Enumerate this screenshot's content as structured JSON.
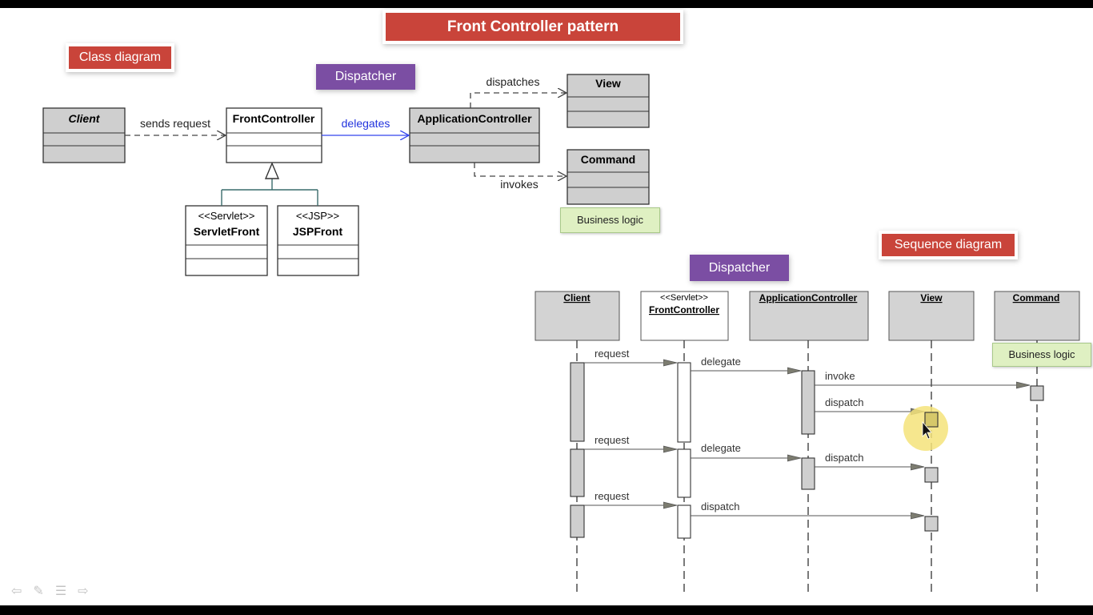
{
  "title": "Front Controller pattern",
  "class_diagram": {
    "section_label": "Class diagram",
    "dispatcher_label": "Dispatcher",
    "business_logic_note": "Business logic",
    "classes": {
      "client": "Client",
      "front_controller": "FrontController",
      "application_controller": "ApplicationController",
      "view": "View",
      "command": "Command",
      "servlet_front": {
        "stereotype": "<<Servlet>>",
        "name": "ServletFront"
      },
      "jsp_front": {
        "stereotype": "<<JSP>>",
        "name": "JSPFront"
      }
    },
    "relations": {
      "sends_request": "sends request",
      "delegates": "delegates",
      "dispatches": "dispatches",
      "invokes": "invokes"
    }
  },
  "sequence_diagram": {
    "section_label": "Sequence diagram",
    "dispatcher_label": "Dispatcher",
    "business_logic_note": "Business logic",
    "lifelines": {
      "client": "Client",
      "front_controller": {
        "stereotype": "<<Servlet>>",
        "name": "FrontController"
      },
      "application_controller": "ApplicationController",
      "view": "View",
      "command": "Command"
    },
    "messages": {
      "request_1": "request",
      "delegate_1": "delegate",
      "invoke": "invoke",
      "dispatch_1": "dispatch",
      "request_2": "request",
      "delegate_2": "delegate",
      "dispatch_2": "dispatch",
      "request_3": "request",
      "dispatch_3": "dispatch"
    }
  },
  "nav_icons": [
    "back-arrow-icon",
    "pen-icon",
    "menu-icon",
    "forward-arrow-icon"
  ]
}
